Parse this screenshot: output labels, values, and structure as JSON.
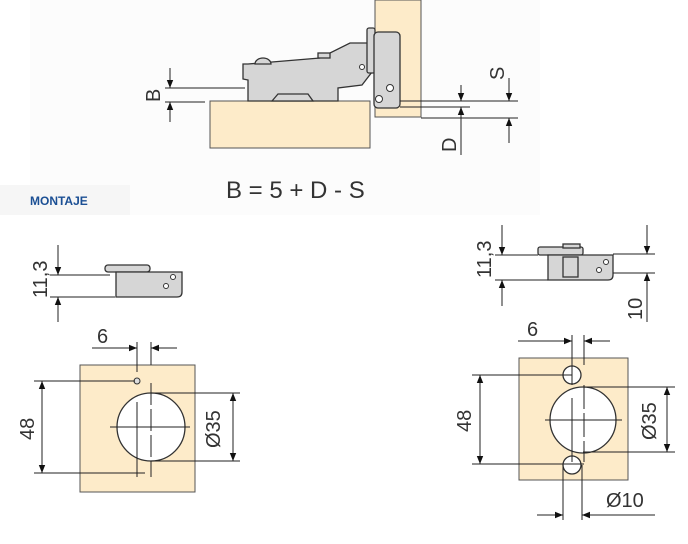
{
  "section_label": "MONTAJE",
  "formula": "B = 5 + D - S",
  "top_dims": {
    "b": "B",
    "d": "D",
    "s": "S"
  },
  "left_drawing": {
    "height": "11,3",
    "offset": "6",
    "spacing": "48",
    "cup_diameter": "Ø35"
  },
  "right_drawing": {
    "height": "11,3",
    "depth": "10",
    "offset": "6",
    "spacing": "48",
    "cup_diameter": "Ø35",
    "dowel_diameter": "Ø10"
  },
  "colors": {
    "wood": "#fdebc9",
    "metal": "#d6d6d6",
    "label": "#1b4f94"
  }
}
